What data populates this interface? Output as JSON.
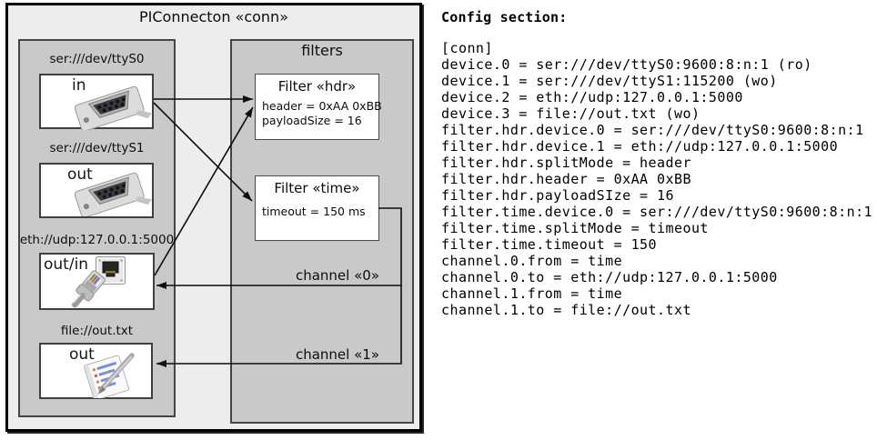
{
  "diagram": {
    "title": "PIConnecton «conn»",
    "devices": [
      {
        "label": "ser:///dev/ttyS0",
        "direction": "in",
        "icon": "serial-db9-icon"
      },
      {
        "label": "ser:///dev/ttyS1",
        "direction": "out",
        "icon": "serial-db9-icon"
      },
      {
        "label": "eth://udp:127.0.0.1:5000",
        "direction": "out/in",
        "icon": "ethernet-port-and-plug-icon"
      },
      {
        "label": "file://out.txt",
        "direction": "out",
        "icon": "notepad-pen-icon"
      }
    ],
    "filters_group_title": "filters",
    "filters": [
      {
        "title": "Filter «hdr»",
        "props": [
          "header = 0xAA 0xBB",
          "payloadSize = 16"
        ]
      },
      {
        "title": "Filter «time»",
        "props": [
          "timeout = 150 ms"
        ]
      }
    ],
    "channels": [
      {
        "label": "channel «0»"
      },
      {
        "label": "channel «1»"
      }
    ]
  },
  "config": {
    "heading": "Config section:",
    "lines": [
      "[conn]",
      "device.0 = ser:///dev/ttyS0:9600:8:n:1 (ro)",
      "device.1 = ser:///dev/ttyS1:115200 (wo)",
      "device.2 = eth://udp:127.0.0.1:5000",
      "device.3 = file://out.txt (wo)",
      "filter.hdr.device.0 = ser:///dev/ttyS0:9600:8:n:1",
      "filter.hdr.device.1 = eth://udp:127.0.0.1:5000",
      "filter.hdr.splitMode = header",
      "filter.hdr.header = 0xAA 0xBB",
      "filter.hdr.payloadSIze = 16",
      "filter.time.device.0 = ser:///dev/ttyS0:9600:8:n:1",
      "filter.time.splitMode = timeout",
      "filter.time.timeout = 150",
      "channel.0.from = time",
      "channel.0.to = eth://udp:127.0.0.1:5000",
      "channel.1.from = time",
      "channel.1.to = file://out.txt"
    ]
  },
  "colors": {
    "outer_fill": "#ededed",
    "group_fill": "#c9c9c9",
    "box_fill": "#ffffff",
    "border": "#000000",
    "line": "#0d0d0d",
    "text": "#000000"
  }
}
